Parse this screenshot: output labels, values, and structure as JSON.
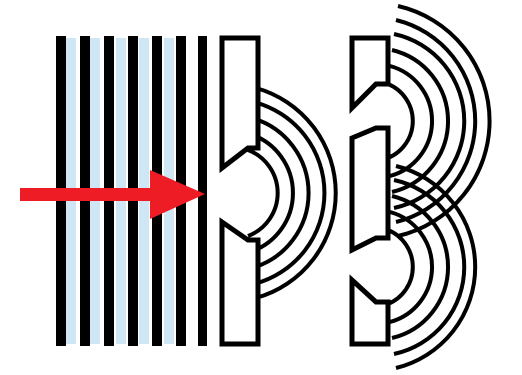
{
  "diagram": {
    "kind": "double-slit-wave-interference",
    "incoming_plane_wavefronts": 7,
    "first_barrier_slits": 1,
    "second_barrier_slits": 2,
    "arrow_color": "#ee1c24",
    "wave_color": "#000000",
    "background_color": "#ffffff",
    "gap_tint": "#cfe6f4"
  }
}
